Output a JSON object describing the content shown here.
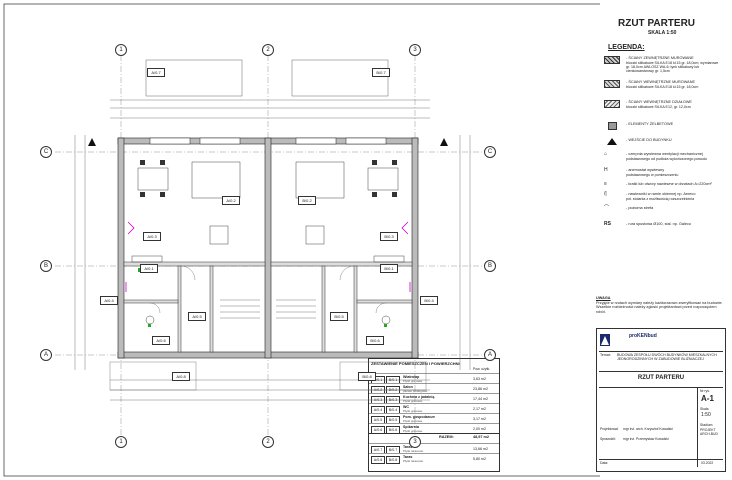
{
  "sheet": {
    "title": "RZUT PARTERU",
    "scale": "SKALA 1:50"
  },
  "legend": {
    "title": "LEGENDA:",
    "items": [
      {
        "label": "- ŚCIANY ZEWNĘTRZNE MUROWANE",
        "sub": "bloczki silikatowe SILKA E18 kl.15 gr. 18,0cm; wymiarowe gr. 18,0cm AWLOSZ WA-6; tynk silikatowy lub cienkowarstwowy gr. 1,5cm"
      },
      {
        "label": "- ŚCIANY WEWNĘTRZNE MUROWANE",
        "sub": "bloczki silikatowe SILKA E18 kl.15 gr. 18,0cm"
      },
      {
        "label": "- ŚCIANY WEWNĘTRZNE DZIAŁOWE",
        "sub": "bloczki silikatowe SILKA E12, gr. 12,0cm"
      },
      {
        "label": "- ELEMENTY ŻELBETOWE",
        "sub": ""
      },
      {
        "label": "- WEJŚCIE DO BUDYNKU",
        "sub": ""
      },
      {
        "label": "- czerpnia wywiewna wentylacji mechanicznej",
        "sub": "podstawowego od podłoża wykończonego powodu"
      },
      {
        "label": "- anemostat wywiewny",
        "sub": "podstawowego w pomieszczeniu"
      },
      {
        "label": "- kratki lub otwory nawiewne w drzwiach A=220cm²",
        "sub": ""
      },
      {
        "label": "- nawiewniki w ramie okiennej np. Aereco",
        "sub": "pół. stolarka z możliwością rozszczelnienia"
      },
      {
        "label": "- pozioma strefa",
        "sub": ""
      },
      {
        "label": "- rura spustowa Ø100, stal. np. Galeco",
        "sub": ""
      }
    ],
    "symbols": [
      "RS"
    ]
  },
  "plan": {
    "axes_vertical": [
      "1",
      "2",
      "3"
    ],
    "axes_horizontal": [
      "C",
      "B",
      "A"
    ],
    "room_tags": [
      "A/0.7",
      "B/0.7",
      "A/0.1",
      "B/0.1",
      "A/0.2",
      "B/0.2",
      "A/0.3",
      "B/0.3",
      "A/0.4",
      "B/0.4",
      "A/0.5",
      "B/0.5",
      "A/0.6",
      "B/0.6",
      "A/0.8",
      "B/0.8"
    ]
  },
  "notes": {
    "uwaga_title": "UWAGA",
    "uwaga_text": "Przyjęte w rzutach wymiary należy każdorazowo zweryfikować na budowie. Wszelkie rozbieżności należy zgłosić projektantowi przed rozpoczęciem robót."
  },
  "room_schedule": {
    "title": "ZESTAWIENIE POMIESZCZEŃ I POWIERZCHNI",
    "header_right": "Pow. użytk.",
    "rows": [
      {
        "a": "A/0.1",
        "b": "B/0.1",
        "name": "Wiatrołap",
        "sub": "Płytki gresowe",
        "area": "3,63 m2"
      },
      {
        "a": "A/0.2",
        "b": "B/0.2",
        "name": "Salon",
        "sub": "panele podłogowe",
        "area": "23,86 m2"
      },
      {
        "a": "A/0.3",
        "b": "B/0.3",
        "name": "Kuchnia z jadalnią",
        "sub": "Płytki gresowe",
        "area": "17,44 m2"
      },
      {
        "a": "A/0.4",
        "b": "B/0.4",
        "name": "WC",
        "sub": "Płytki gresowe",
        "area": "2,17 m2"
      },
      {
        "a": "A/0.5",
        "b": "B/0.5",
        "name": "Pom. gospodarcze",
        "sub": "Płytki gresowe",
        "area": "3,17 m2"
      },
      {
        "a": "A/0.6",
        "b": "B/0.6",
        "name": "Spiżarnia",
        "sub": "Płytki gresowe",
        "area": "2,00 m2"
      }
    ],
    "sum_label": "RAZEM:",
    "sum_value": "48,97 m2",
    "extra_rows": [
      {
        "a": "A/0.7",
        "b": "B/0.7",
        "name": "Taras",
        "sub": "Płytki tarasowe",
        "area": "13,66 m2"
      },
      {
        "a": "A/0.8",
        "b": "B/0.8",
        "name": "Taras",
        "sub": "Płytki tarasowe",
        "area": "5,80 m2"
      }
    ]
  },
  "titleblock": {
    "company": "proKENbud",
    "project_label": "Temat:",
    "project_text": "BUDOWA ZESPOŁU DWÓCH BUDYNKÓW MIESZKALNYCH JEDNORODZINNYCH W ZABUDOWIE BLIŹNIACZEJ",
    "drawing_name": "RZUT PARTERU",
    "drawing_no_label": "Nr rys.",
    "drawing_no": "A-1",
    "scale_label": "Skala",
    "scale_value": "1:50",
    "stage_label": "Stadium",
    "stage_value": "PROJEKT ARCH-BUD",
    "designer_label": "Projektował:",
    "designer": "mgr inż. arch. Krzysztof Kowalski",
    "checker_label": "Sprawdził:",
    "checker": "mgr inż. Przemysław Kowalski",
    "date_label": "Data:",
    "date": "03.2022"
  }
}
